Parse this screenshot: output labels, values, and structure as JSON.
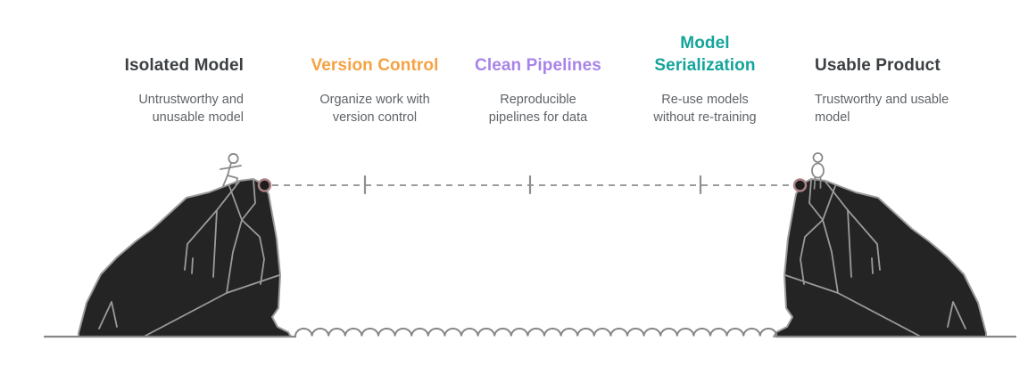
{
  "stages": [
    {
      "title": "Isolated Model",
      "subtitle": "Untrustworthy and\nunusable model",
      "color": "#3c4043"
    },
    {
      "title": "Version Control",
      "subtitle": "Organize work with\nversion control",
      "color": "#f5a243"
    },
    {
      "title": "Clean Pipelines",
      "subtitle": "Reproducible\npipelines for data",
      "color": "#a884ea"
    },
    {
      "title": "Model\nSerialization",
      "subtitle": "Re-use models\nwithout re-training",
      "color": "#13a49b"
    },
    {
      "title": "Usable Product",
      "subtitle": "Trustworthy and usable\nmodel",
      "color": "#3c4043"
    }
  ],
  "colors": {
    "background": "#ffffff",
    "subtitle": "#5f6368",
    "cliff_fill": "#242424",
    "cliff_outline": "#9b9b9b",
    "figure": "#8a8a8a",
    "dashed_path": "#9b9b9b",
    "tick": "#8f8f8f",
    "node_fill": "#1d1d1d",
    "node_ring": "#ab8184",
    "ground": "#868686"
  },
  "illustration": {
    "left_figure": "stick-figure-walking",
    "right_figure": "stick-figure-standing",
    "start_marker": "waypoint-dot",
    "end_marker": "waypoint-dot",
    "milestone_tick_count": 3
  }
}
